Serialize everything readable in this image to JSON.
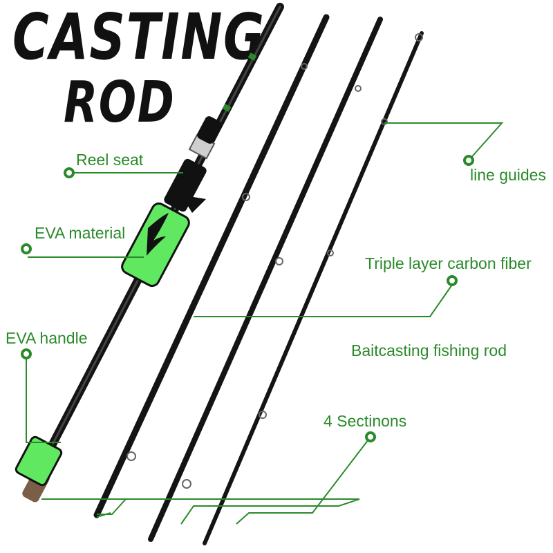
{
  "title": {
    "line1": "CASTING",
    "line2": "ROD"
  },
  "labels": {
    "reel_seat": "Reel seat",
    "eva_material": "EVA material",
    "eva_handle": "EVA handle",
    "line_guides": "line guides",
    "triple_layer": "Triple layer carbon fiber",
    "baitcasting": "Baitcasting fishing rod",
    "sections": "4 Sectinons"
  },
  "colors": {
    "accent_green": "#2a8a2a",
    "grip_green": "#5fe860",
    "rod_black": "#141414",
    "cork": "#7a5e46"
  }
}
